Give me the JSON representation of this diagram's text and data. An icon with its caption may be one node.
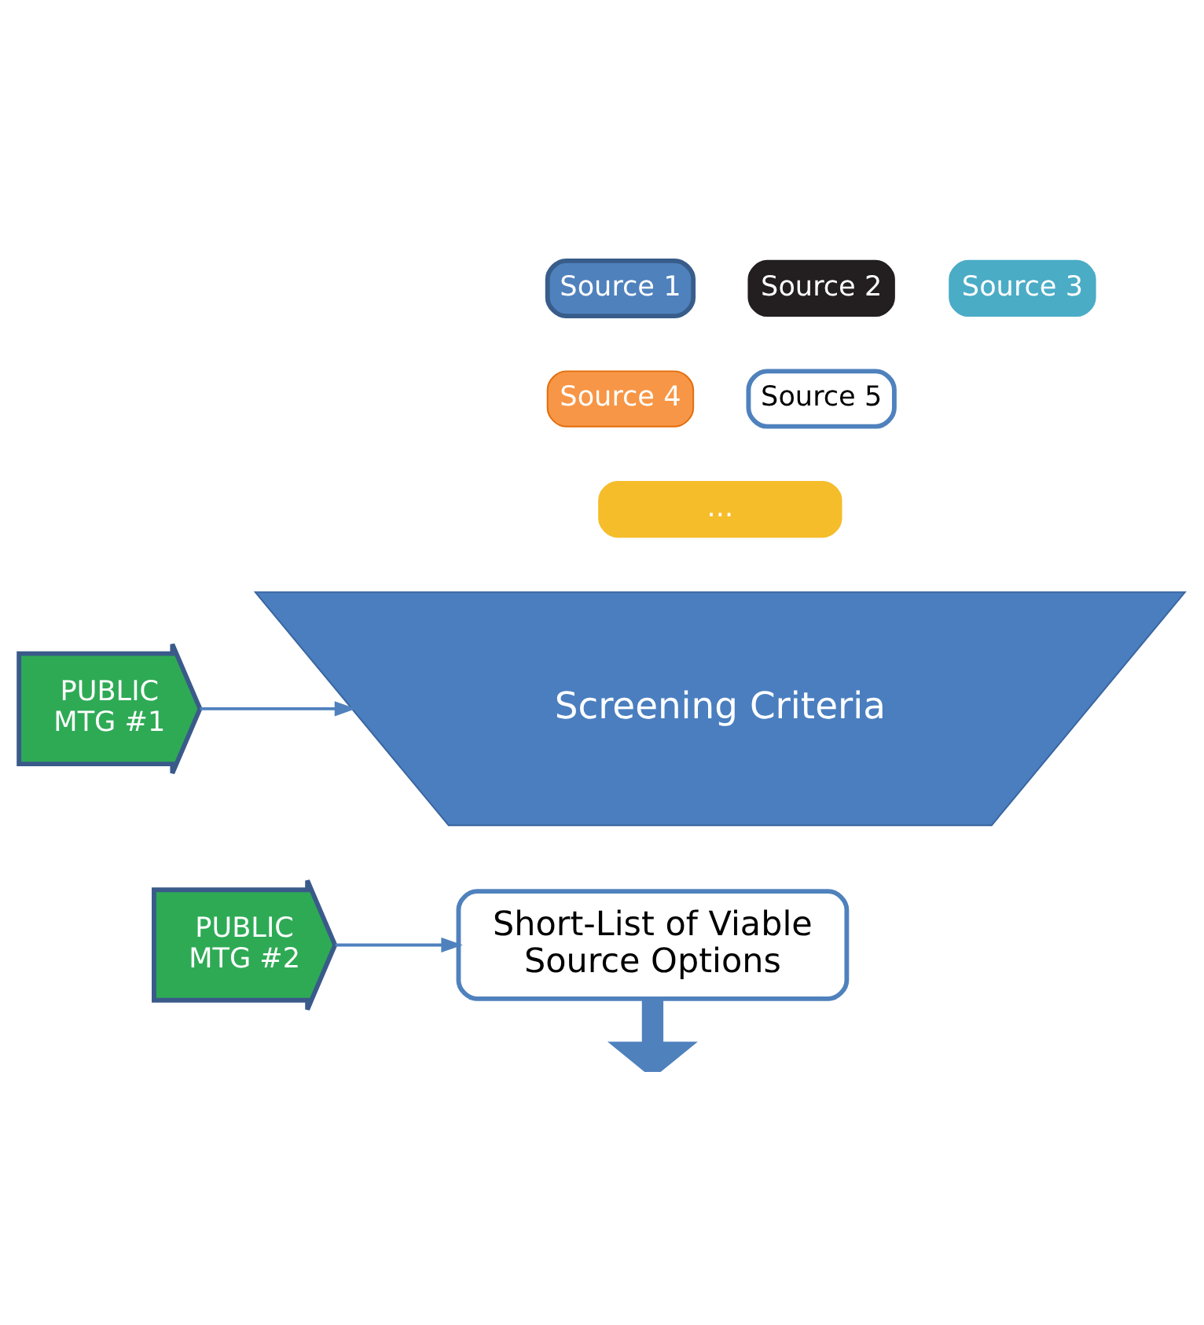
{
  "diagram": {
    "nodes": [
      {
        "text": [
          "Source 1"
        ]
      },
      {
        "text": [
          "Source 2"
        ]
      },
      {
        "text": [
          "Source 3"
        ]
      },
      {
        "text": [
          "Source 4"
        ]
      },
      {
        "text": [
          "Source 5"
        ]
      },
      {
        "text": [
          "..."
        ]
      },
      {
        "text": [
          "PUBLIC MTG #1"
        ]
      },
      {
        "text": [
          "Screening Criteria"
        ]
      },
      {
        "text": [
          "PUBLIC MTG #2"
        ]
      },
      {
        "text": [
          "Short-List of Viable Source Options"
        ]
      }
    ],
    "edges": [
      {
        "from": 6,
        "to": 7,
        "arrow": "to"
      },
      {
        "from": 8,
        "to": 9,
        "arrow": "to"
      },
      {
        "from": 9,
        "to": null,
        "arrow": "to",
        "style": "thick"
      }
    ]
  }
}
